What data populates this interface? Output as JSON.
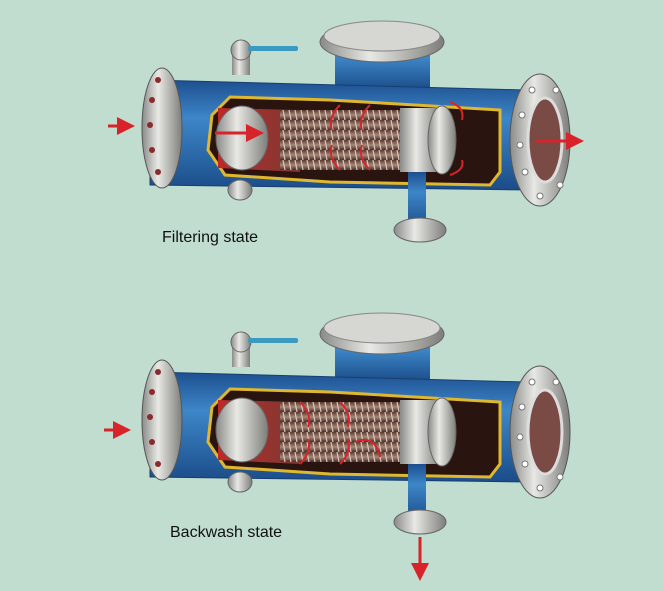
{
  "diagrams": [
    {
      "label": "Filtering state",
      "flow": "filtering"
    },
    {
      "label": "Backwash state",
      "flow": "backwash"
    }
  ],
  "colors": {
    "background": "#c0ddd0",
    "housing": "#2f6fb0",
    "arrow": "#d8232a",
    "cutaway_edge": "#e0b830"
  }
}
